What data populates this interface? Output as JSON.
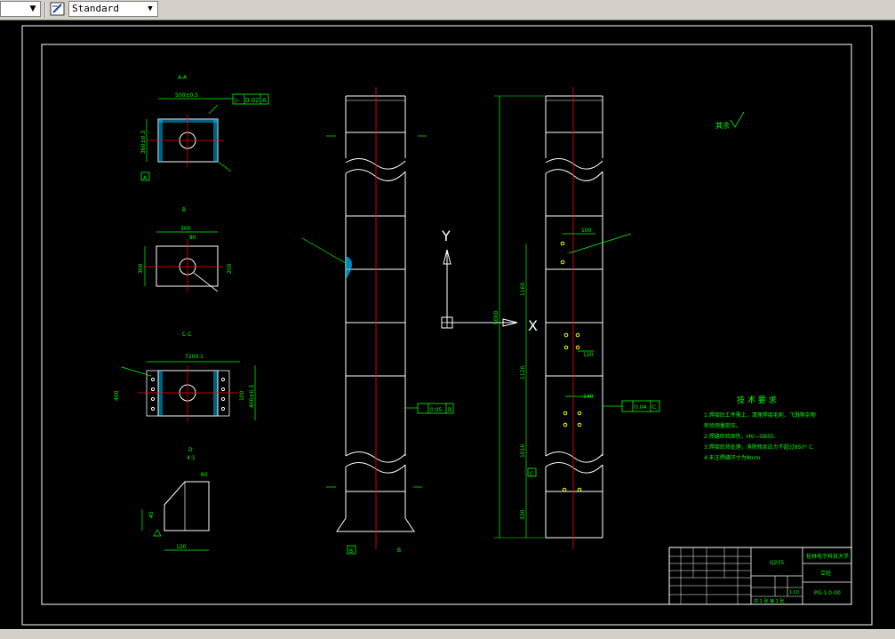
{
  "toolbar": {
    "layer_dropdown_value": "",
    "style_dropdown_value": "Standard"
  },
  "drawing": {
    "views": {
      "section_a": "A-A",
      "section_b": "B",
      "section_c": "C-C",
      "detail_d": "D",
      "detail_d_scale": "4:1"
    },
    "dims": {
      "a_width": "500±0.5",
      "a_gdt_sym": "▷",
      "a_gdt_val": "0.02",
      "a_gdt_datum": "A",
      "a_height": "360±0.3",
      "a_datum": "A",
      "b_width": "300",
      "b_inner": "80",
      "b_left": "300",
      "b_right": "250",
      "c_top": "7200.1",
      "c_right": "400±0.3",
      "c_inner": "100",
      "c_left": "400",
      "d_top": "60",
      "d_bottom": "120",
      "d_left": "45",
      "beam_gdt_val": "0.05",
      "beam_gdt_datum": "B",
      "beam_label_b": "B",
      "beam_label_b2": "B",
      "right_total": "5000",
      "right_dim_1": "1160",
      "right_dim_2": "1120",
      "right_dim_3": "1010",
      "right_dim_4": "320",
      "right_gdt_val": "0.04",
      "right_gdt_datum": "C",
      "right_hole_dim": "100",
      "right_spacing_1": "120",
      "right_spacing_2": "140",
      "right_datum_c": "C"
    },
    "ucs": {
      "y_label": "Y",
      "x_label": "X"
    },
    "tech_title": "技 术 要 求",
    "tech_notes": [
      "1.焊接后工件需上，清理焊接毛刺、飞溅等杂物",
      "检验测量部位。",
      "2.焊缝检验探伤，HV—GB50.",
      "3.焊接后热处理，消除残余应力不超过850° C.",
      "4.未注焊缝尺寸为8mm"
    ],
    "roughness_label": "其余",
    "title_block": {
      "university": "桂林电子科技大学",
      "part_name": "立柱",
      "drawing_no": "PG-1.0-00",
      "material": "Q235",
      "scale": "1:10",
      "sheet": "共 1 张  第 1 张"
    }
  },
  "colors": {
    "canvas": "#000000",
    "line": "#ffffff",
    "dim": "#00ff00",
    "center": "#ff0000",
    "hatch": "#00c0ff",
    "point": "#ffff00"
  }
}
